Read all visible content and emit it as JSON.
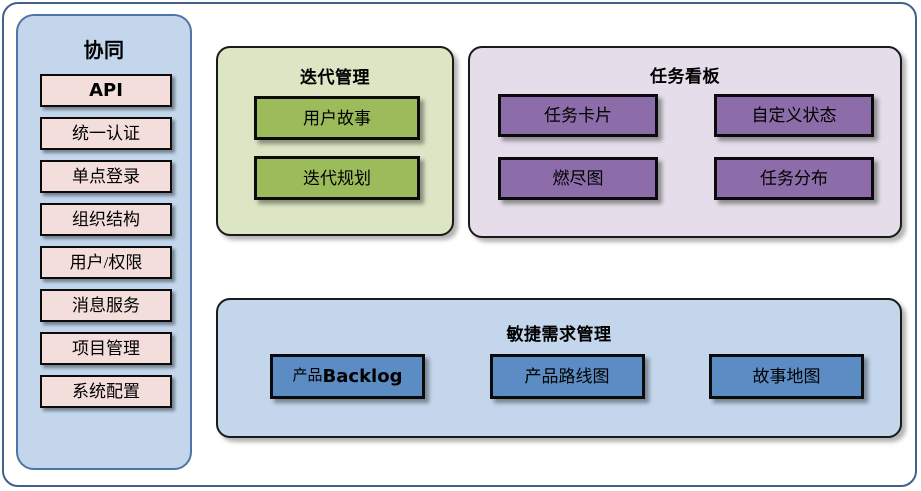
{
  "diagram": {
    "title": "协同 agile platform architecture diagram",
    "colors": {
      "outer_border": "#3E6289",
      "sidebar_fill": "#C3D6EC",
      "sidebar_border": "#4F76A3",
      "chip_fill": "#F3DEDC",
      "iteration_panel_fill": "#DDE6C4",
      "iteration_button_fill": "#9CBB5A",
      "taskboard_panel_fill": "#E5DEEA",
      "taskboard_button_fill": "#8C6CA9",
      "agile_panel_fill": "#C3D6EC",
      "agile_button_fill": "#5B8CC3",
      "node_border": "#0B0B0B"
    }
  },
  "sidebar": {
    "title": "协同",
    "items": [
      {
        "label": "API",
        "script": "latin"
      },
      {
        "label": "统一认证",
        "script": "cjk"
      },
      {
        "label": "单点登录",
        "script": "cjk"
      },
      {
        "label": "组织结构",
        "script": "cjk"
      },
      {
        "label": "用户/权限",
        "script": "cjk"
      },
      {
        "label": "消息服务",
        "script": "cjk"
      },
      {
        "label": "项目管理",
        "script": "cjk"
      },
      {
        "label": "系统配置",
        "script": "cjk"
      }
    ]
  },
  "iteration": {
    "title": "迭代管理",
    "items": [
      {
        "label": "用户故事"
      },
      {
        "label": "迭代规划"
      }
    ]
  },
  "taskboard": {
    "title": "任务看板",
    "items": [
      {
        "label": "任务卡片"
      },
      {
        "label": "自定义状态"
      },
      {
        "label": "燃尽图"
      },
      {
        "label": "任务分布"
      }
    ]
  },
  "agile": {
    "title": "敏捷需求管理",
    "items": [
      {
        "label": "产品Backlog",
        "cjk_part": "产品",
        "latin_part": "Backlog",
        "mixed": true
      },
      {
        "label": "产品路线图",
        "mixed": false
      },
      {
        "label": "故事地图",
        "mixed": false
      }
    ]
  }
}
